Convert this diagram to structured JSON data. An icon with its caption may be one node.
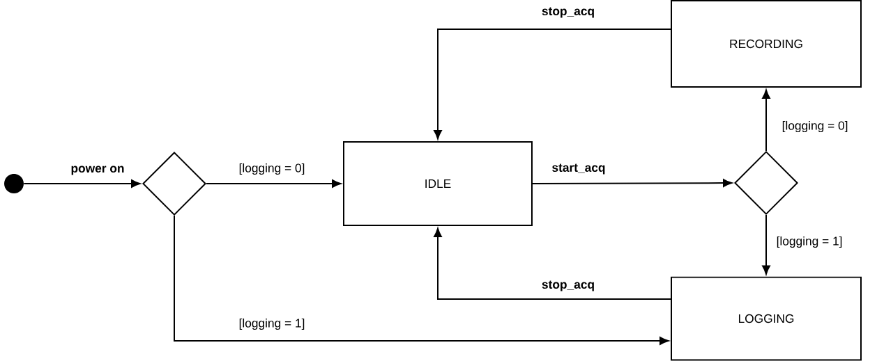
{
  "diagram": {
    "nodes": [
      {
        "text": [],
        "shape": "circle"
      },
      {
        "text": [],
        "shape": "diamond"
      },
      {
        "text": [
          "IDLE"
        ]
      },
      {
        "text": [
          "RECORDING"
        ]
      },
      {
        "text": [],
        "shape": "diamond"
      },
      {
        "text": [
          "LOGGING"
        ]
      }
    ],
    "edges": [
      {
        "from": 0,
        "to": 1,
        "arrow": "to",
        "label": "power on"
      },
      {
        "from": 1,
        "to": 2,
        "arrow": "to",
        "label": "[logging = 0]"
      },
      {
        "from": 1,
        "to": 5,
        "arrow": "to",
        "label": "[logging = 1]"
      },
      {
        "from": 2,
        "to": 4,
        "arrow": "to",
        "label": "start_acq"
      },
      {
        "from": 4,
        "to": 3,
        "arrow": "to",
        "label": "[logging = 0]"
      },
      {
        "from": 4,
        "to": 5,
        "arrow": "to",
        "label": "[logging = 1]"
      },
      {
        "from": 3,
        "to": 2,
        "arrow": "to",
        "label": "stop_acq"
      },
      {
        "from": 5,
        "to": 2,
        "arrow": "to",
        "label": "stop_acq"
      }
    ]
  }
}
